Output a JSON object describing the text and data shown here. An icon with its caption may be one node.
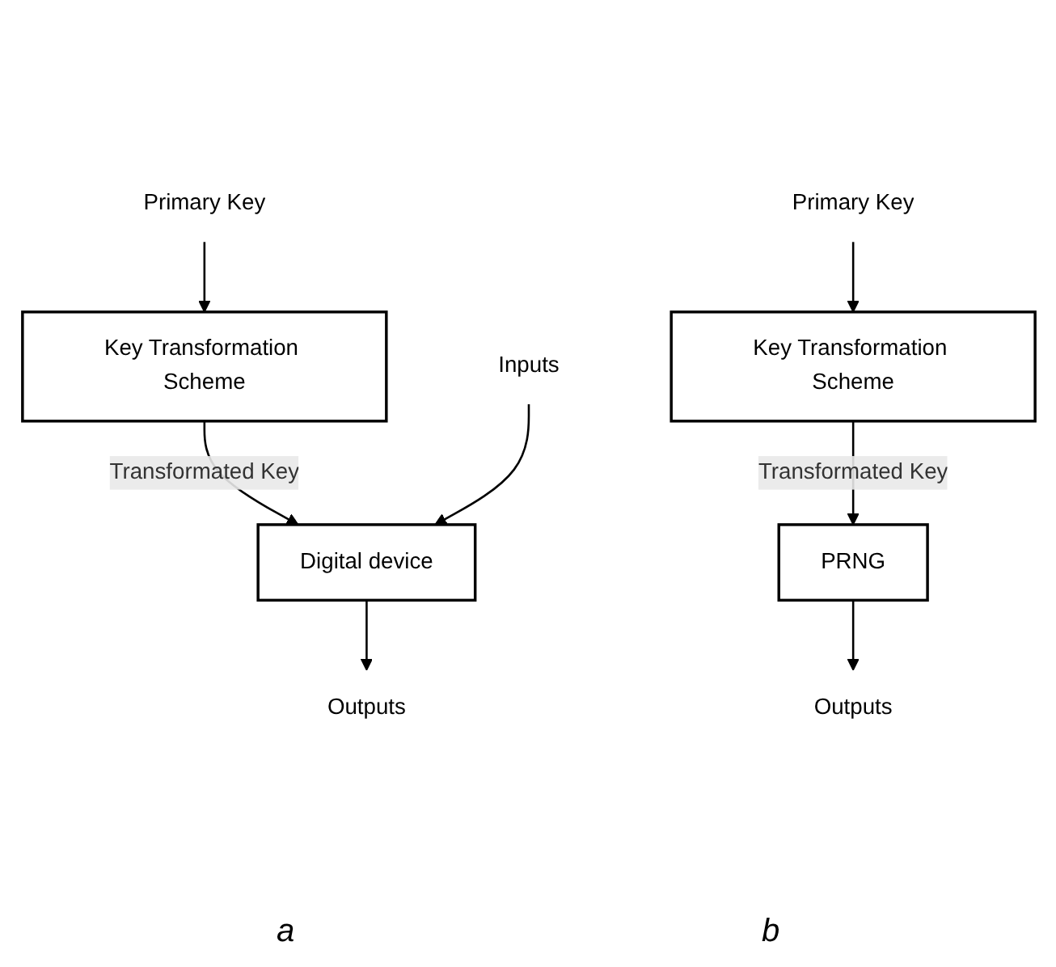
{
  "diagram": {
    "nodes": [
      {
        "text": [
          "Primary Key"
        ]
      },
      {
        "text": [
          "Key Transformation Scheme"
        ]
      },
      {
        "text": [
          "Inputs"
        ]
      },
      {
        "text": [
          "Digital device"
        ]
      },
      {
        "text": [
          "Outputs"
        ]
      },
      {
        "text": [
          "Primary Key"
        ]
      },
      {
        "text": [
          "Key Transformation Scheme"
        ]
      },
      {
        "text": [
          "PRNG"
        ]
      },
      {
        "text": [
          "Outputs"
        ]
      }
    ],
    "edges": [
      {
        "from": 0,
        "to": 1,
        "arrow": "to"
      },
      {
        "from": 1,
        "to": 3,
        "arrow": "to",
        "label": "Transformated Key"
      },
      {
        "from": 2,
        "to": 3,
        "arrow": "to"
      },
      {
        "from": 3,
        "to": 4,
        "arrow": "to"
      },
      {
        "from": 5,
        "to": 6,
        "arrow": "to"
      },
      {
        "from": 6,
        "to": 7,
        "arrow": "to",
        "label": "Transformated Key"
      },
      {
        "from": 7,
        "to": 8,
        "arrow": "to"
      }
    ],
    "labels": [
      "a",
      "b"
    ]
  }
}
